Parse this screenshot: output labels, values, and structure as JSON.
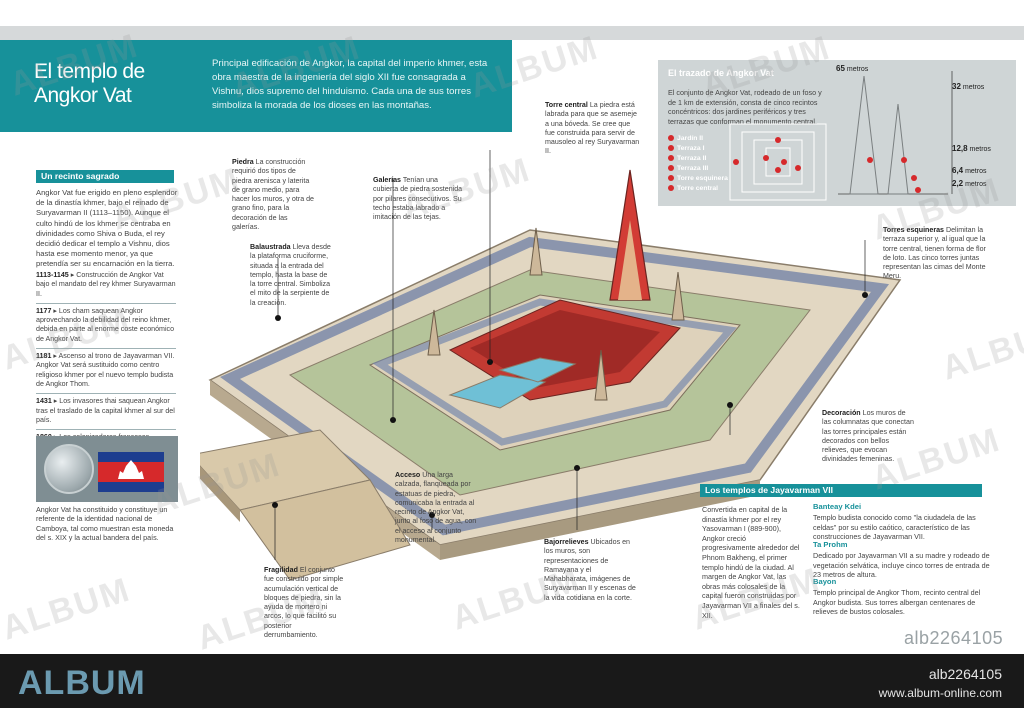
{
  "title": "El templo de Angkor Vat",
  "intro": "Principal edificación de Angkor, la capital del imperio khmer, esta obra maestra de la ingeniería del siglo XII fue consagrada a Vishnu, dios supremo del hinduismo. Cada una de sus torres simboliza la morada de los dioses en las montañas.",
  "sacred": {
    "heading": "Un recinto sagrado",
    "text": "Angkor Vat fue erigido en pleno esplendor de la dinastía khmer, bajo el reinado de Suryavarman II (1113–1150). Aunque el culto hindú de los khmer se centraba en divinidades como Shiva o Buda, el rey decidió dedicar el templo a Vishnu, dios hasta ese momento menor, ya que pretendía ser su encarnación en la tierra."
  },
  "timeline": [
    {
      "year": "1113-1145",
      "text": "Construcción de Angkor Vat bajo el mandato del rey khmer Suryavarman II."
    },
    {
      "year": "1177",
      "text": "Los cham saquean Angkor aprovechando la debilidad del reino khmer, debida en parte al enorme coste económico de Angkor Vat."
    },
    {
      "year": "1181",
      "text": "Ascenso al trono de Jayavarman VII. Angkor Vat será sustituido como centro religioso khmer por el nuevo templo budista de Angkor Thom."
    },
    {
      "year": "1431",
      "text": "Los invasores thai saquean Angkor tras el traslado de la capital khmer al sur del país."
    },
    {
      "year": "1860",
      "text": "Los colonizadores franceses rescatan Angkor Vat del olvido e inician una fase de estudio y reconstrucción del templo."
    }
  ],
  "coin_caption": "Angkor Vat ha constituido y constituye un referente de la identidad nacional de Camboya, tal como muestran esta moneda del s. XIX y la actual bandera del país.",
  "plan": {
    "title": "El trazado de Angkor Vat",
    "text": "El conjunto de Angkor Vat, rodeado de un foso y de 1 km de extensión, consta de cinco recintos concéntricos: dos jardines periféricos y tres terrazas que conforman el monumento central.",
    "key": [
      "Jardín II",
      "Terraza I",
      "Terraza II",
      "Terraza III",
      "Torre esquinera",
      "Torre central"
    ],
    "measures": [
      {
        "value": "65",
        "unit": "metros"
      },
      {
        "value": "32",
        "unit": "metros"
      },
      {
        "value": "12,8",
        "unit": "metros"
      },
      {
        "value": "6,4",
        "unit": "metros"
      },
      {
        "value": "2,2",
        "unit": "metros"
      }
    ]
  },
  "labels": {
    "central_tower": {
      "name": "Torre central",
      "text": "La piedra está labrada para que se asemeje a una bóveda. Se cree que fue construida para servir de mausoleo al rey Suryavarman II."
    },
    "stone": {
      "name": "Piedra",
      "text": "La construcción requirió dos tipos de piedra arenisca y laterita de grano medio, para hacer los muros, y otra de grano fino, para la decoración de las galerías."
    },
    "galleries": {
      "name": "Galerías",
      "text": "Tenían una cubierta de piedra sostenida por pilares consecutivos. Su techo estaba labrado a imitación de las tejas."
    },
    "balustrade": {
      "name": "Balaustrada",
      "text": "Lleva desde la plataforma cruciforme, situada a la entrada del templo, hasta la base de la torre central. Simboliza el mito de la serpiente de la creación."
    },
    "corner_towers": {
      "name": "Torres esquineras",
      "text": "Delimitan la terraza superior y, al igual que la torre central, tienen forma de flor de loto. Las cinco torres juntas representan las cimas del Monte Meru."
    },
    "decoration": {
      "name": "Decoración",
      "text": "Los muros de las columnatas que conectan las torres principales están decorados con bellos relieves, que evocan divinidades femeninas."
    },
    "access": {
      "name": "Acceso",
      "text": "Una larga calzada, flanqueada por estatuas de piedra, comunicaba la entrada al recinto de Angkor Vat, junto al foso de agua, con el acceso al conjunto monumental."
    },
    "reliefs": {
      "name": "Bajorrelieves",
      "text": "Ubicados en los muros, son representaciones de Ramayana y el Mahabharata, imágenes de Suryavarman II y escenas de la vida cotidiana en la corte."
    },
    "fragility": {
      "name": "Fragilidad",
      "text": "El conjunto fue construido por simple acumulación vertical de bloques de piedra, sin la ayuda de mortero ni arcos, lo que facilitó su posterior derrumbamiento."
    }
  },
  "jayavarman": {
    "heading": "Los templos de Jayavarman VII",
    "text": "Convertida en capital de la dinastía khmer por el rey Yasovarman I (889-900), Angkor creció progresivamente alrededor del Phnom Bakheng, el primer templo hindú de la ciudad. Al margen de Angkor Vat, las obras más colosales de la capital fueron construidas por Jayavarman VII a finales del s. XII.",
    "temples": [
      {
        "name": "Banteay Kdei",
        "text": "Templo budista conocido como \"la ciudadela de las celdas\" por su estilo caótico, característico de las construcciones de Jayavarman VII."
      },
      {
        "name": "Ta Prohm",
        "text": "Dedicado por Jayavarman VII a su madre y rodeado de vegetación selvática, incluye cinco torres de entrada de 23 metros de altura."
      },
      {
        "name": "Bayon",
        "text": "Templo principal de Angkor Thom, recinto central del Angkor budista. Sus torres albergan centenares de relieves de bustos colosales."
      }
    ]
  },
  "footer": {
    "logo": "ALBUM",
    "ref": "alb2264105",
    "id": "alb2264105",
    "url": "www.album-online.com"
  },
  "watermark": "ALBUM",
  "colors": {
    "teal": "#17919a",
    "footer": "#191919",
    "red_accent": "#d6292b"
  }
}
